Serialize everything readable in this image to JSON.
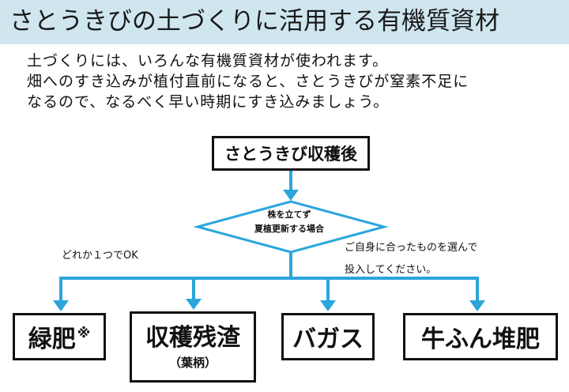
{
  "title": "さとうきびの土づくりに活用する有機質資材",
  "intro": [
    "土づくりには、いろんな有機質資材が使われます。",
    "畑へのすき込みが植付直前になると、さとうきびが窒素不足に",
    "なるので、なるべく早い時期にすき込みましょう。"
  ],
  "flow": {
    "start": "さとうきび収穫後",
    "condition": [
      "株を立てず",
      "夏植更新する場合"
    ],
    "note_left": "どれか１つでOK",
    "note_right": [
      "ご自身に合ったものを選んで",
      "投入してください。"
    ],
    "outputs": {
      "green_manure": "緑肥",
      "green_manure_mark": "※",
      "harvest_residue": "収穫残渣",
      "harvest_residue_sub": "（葉柄）",
      "bagasse": "バガス",
      "cattle_manure_compost": "牛ふん堆肥"
    }
  },
  "colors": {
    "title_bg": "#cfe6ef",
    "arrow": "#2aa6dc",
    "border": "#111111"
  }
}
